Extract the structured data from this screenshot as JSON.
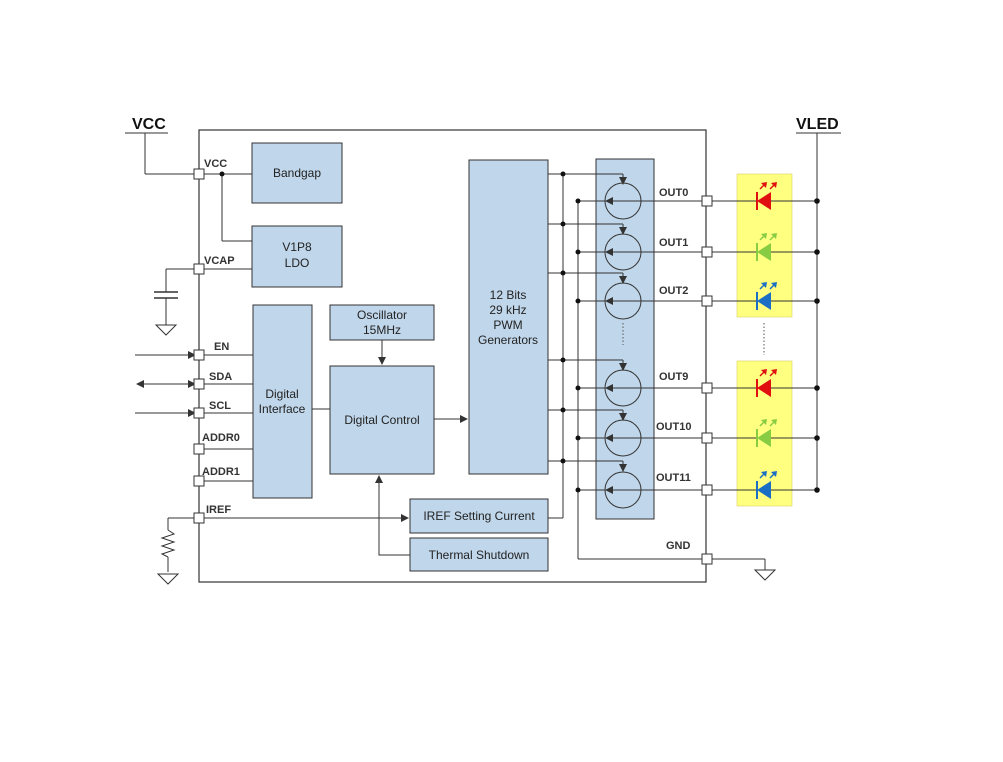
{
  "rails": {
    "vcc": "VCC",
    "vled": "VLED"
  },
  "pins": {
    "vcc": "VCC",
    "vcap": "VCAP",
    "en": "EN",
    "sda": "SDA",
    "scl": "SCL",
    "addr0": "ADDR0",
    "addr1": "ADDR1",
    "iref": "IREF",
    "gnd": "GND",
    "out0": "OUT0",
    "out1": "OUT1",
    "out2": "OUT2",
    "out9": "OUT9",
    "out10": "OUT10",
    "out11": "OUT11"
  },
  "blocks": {
    "bandgap": "Bandgap",
    "ldo": [
      "V1P8",
      "LDO"
    ],
    "oscillator": [
      "Oscillator",
      "15MHz"
    ],
    "digital_interface": [
      "Digital",
      "Interface"
    ],
    "digital_control": "Digital Control",
    "pwm": [
      "12 Bits",
      "29 kHz",
      "PWM",
      "Generators"
    ],
    "iref_setting": "IREF Setting Current",
    "thermal": "Thermal Shutdown"
  },
  "colors": {
    "led_red": "#e01010",
    "led_green": "#88cc44",
    "led_blue": "#1a6fc4",
    "led_highlight": "#ffff80",
    "block_fill": "#c0d6ea"
  },
  "icons": [
    "capacitor-icon",
    "resistor-icon",
    "ground-icon",
    "led-icon",
    "current-sink-icon",
    "arrow-icon"
  ]
}
